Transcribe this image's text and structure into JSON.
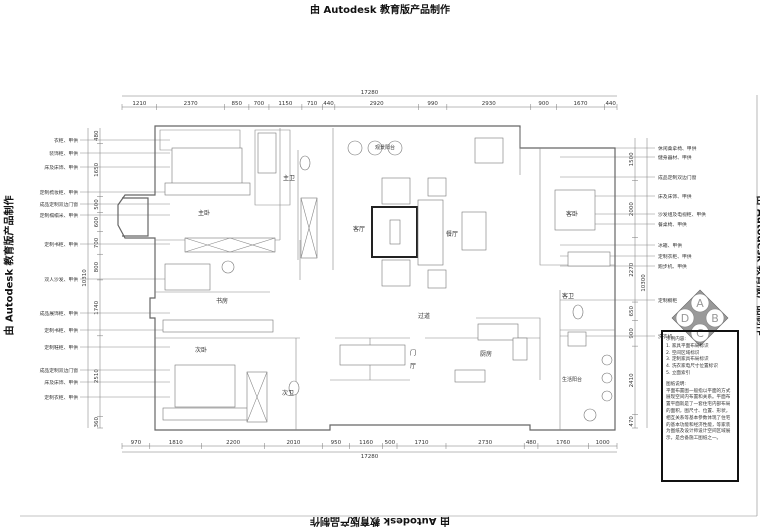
{
  "watermark": "由 Autodesk 教育版产品制作",
  "dimensions": {
    "top_total": "17280",
    "top_segments": [
      "1210",
      "2370",
      "850",
      "700",
      "1150",
      "710",
      "440",
      "2920",
      "990",
      "2930",
      "900",
      "1670",
      "440"
    ],
    "bottom_total": "17280",
    "bottom_segments": [
      "970",
      "1810",
      "2200",
      "2010",
      "950",
      "1160",
      "500",
      "1710",
      "2730",
      "480",
      "1760",
      "1000"
    ],
    "left_total": "10310",
    "left_segments": [
      "480",
      "1650",
      "500",
      "600",
      "700",
      "800",
      "1740",
      "2510",
      "360"
    ],
    "right_total": "10300",
    "right_segments": [
      "1500",
      "2000",
      "2270",
      "650",
      "900",
      "2410",
      "470"
    ]
  },
  "rooms": {
    "master_bedroom": "主卧",
    "master_bath": "主卫",
    "living_room": "客厅",
    "view_balcony": "观景阳台",
    "dining_room": "餐厅",
    "guest_bedroom": "客卧",
    "guest_bath": "客卫",
    "study": "书房",
    "corridor": "过道",
    "foyer_1": "门",
    "foyer_2": "厅",
    "kitchen": "厨房",
    "second_bedroom": "次卧",
    "second_bath": "次卫",
    "service_balcony": "生活阳台"
  },
  "left_labels": [
    "衣柜、甲供",
    "装饰柜、甲供",
    "床及床饰、甲供",
    "定制梳妆柜、甲供",
    "成品定制双边门窗",
    "定制榻榻米、甲供",
    "定制书柜、甲供",
    "双人沙发、甲供",
    "成品展饰柜、甲供",
    "定制书柜、甲供",
    "定制鞋柜、甲供",
    "成品定制双边门窗",
    "床及床饰、甲供",
    "定制衣柜、甲供"
  ],
  "right_labels": [
    "休闲桑拿椅、甲供",
    "健身器材、甲供",
    "成品定制双边门窗",
    "床及床饰、甲供",
    "沙发组及电视柜、甲供",
    "餐桌椅、甲供",
    "冰箱、甲供",
    "定制衣柜、甲供",
    "跑步机、甲供",
    "定制橱柜",
    "洗衣机"
  ],
  "index_symbol": [
    "A",
    "B",
    "C",
    "D"
  ],
  "notes": {
    "heading1": "示例内容:",
    "items": [
      "1. 家具平面布局标识",
      "2. 空间区域标识",
      "3. 定制家具布局标识",
      "4. 洗衣家电尺寸位置标识",
      "5. 立面索引"
    ],
    "heading2": "图纸说明:",
    "body": "平面布置图一般指以平面的方式展现空间内布置和关系。平面布置平面就是了一套住宅内部布局的面积，图尺寸、位置、形状，相互关系等基本参数体现了住宅的基本功能和经济性能，等家装为图纸及设计师设计空间区域展示，是合备施工图纸之一。"
  }
}
